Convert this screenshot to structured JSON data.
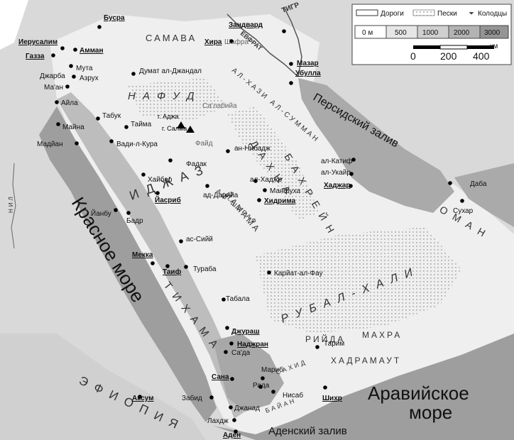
{
  "legend": {
    "roads_label": "Дороги",
    "sands_label": "Пески",
    "wells_label": "Колодцы",
    "elevation_steps": [
      "0 м",
      "500",
      "1000",
      "2000",
      "3000"
    ],
    "elevation_colors": [
      "#ffffff",
      "#e6e6e6",
      "#cfcfcf",
      "#b3b3b3",
      "#959595"
    ],
    "scale_ticks": [
      "0",
      "200",
      "400"
    ],
    "scale_unit": "км"
  },
  "seas": {
    "red_sea": "Красное море",
    "persian_gulf": "Персидский залив",
    "arabian_sea_1": "Аравийское",
    "arabian_sea_2": "море",
    "aden_gulf": "Аденский залив"
  },
  "regions": {
    "samava": "САМАВА",
    "nafud": "Н А Ф У Д",
    "hijaz": "И Д Ж А З",
    "tihama": "Т И Х А М А",
    "yamama": "ЙАМАМА",
    "dahna": "Д А Х Н А",
    "bahrein": "Б А Х Р Е Й Н",
    "oman": "О М А Н",
    "rub_al_khali": "Р У Б  А Л - Х А Л И",
    "riyda": "РИЙДА",
    "mahra": "МАХРА",
    "hadramaut": "ХАДРАМАУТ",
    "ethiopia": "Э Ф И О П И Я",
    "al_hazi": "АЛ-ХАЗИ АЛ-СУММАН",
    "ash_sharaf": "АШ-ШАРАФ",
    "sahid": "САХИД",
    "bayan": "БАЙАН",
    "nile": "НИЛ"
  },
  "rivers": {
    "tigr": "ТИГР",
    "evfrat": "ЕВФРАТ"
  },
  "wells": {
    "shafra": "Шафра",
    "salabiya": "Са'лабийа",
    "fayd": "Файд"
  },
  "mountains": {
    "adzha": "г. Аджа",
    "salma": "г. Салма"
  },
  "cities": {
    "busra": "Бусра",
    "ierusalim": "Иерусалим",
    "gazza": "Газза",
    "amman": "Амман",
    "muta": "Мута",
    "dzharba": "Джарба",
    "azruh": "Азрух",
    "maan": "Ма'ан",
    "ayla": "Айла",
    "tabuk": "Табук",
    "mayna": "Майна",
    "tayma": "Тайма",
    "madyan": "Мадйан",
    "vadi_l_kura": "Вади-л-Кура",
    "dumat": "Думат ал-Джандал",
    "zandvard": "Зандвард",
    "hira": "Хира",
    "mazar": "Мазар",
    "ubulla": "Убулла",
    "fadak": "Фадак",
    "an_nibadzh": "ан-Нибадж",
    "haybar": "Хайбар",
    "yasrib": "Йасриб",
    "yanbu": "Йанбу",
    "badr": "Бадр",
    "ad_dariya": "ад-Дарийа",
    "al_hadzhr": "ал-Хаджр",
    "manfuha": "Манфуха",
    "hidrima": "Хидрима",
    "al_katif": "ал-Катиф",
    "al_ukayr": "ал-Укайр",
    "hadzhar": "Хаджар",
    "daba": "Даба",
    "suhar": "Сухар",
    "as_siyy": "ас-Сийй",
    "mekka": "Мекка",
    "taif": "Таиф",
    "turaba": "Тураба",
    "karyat": "Карйат-ал-Фау",
    "tabala": "Табала",
    "dzhurash": "Джураш",
    "nadzhran": "Наджран",
    "sada": "Са'да",
    "tarim": "Тарим",
    "sana": "Сана",
    "marib": "Мариб",
    "rada": "Рада",
    "zabid": "Забид",
    "nisab": "Нисаб",
    "shihr": "Шихр",
    "aksum": "Аксум",
    "dzhanad": "Джанад",
    "lahdzh": "Лахдж",
    "aden": "Аден"
  }
}
